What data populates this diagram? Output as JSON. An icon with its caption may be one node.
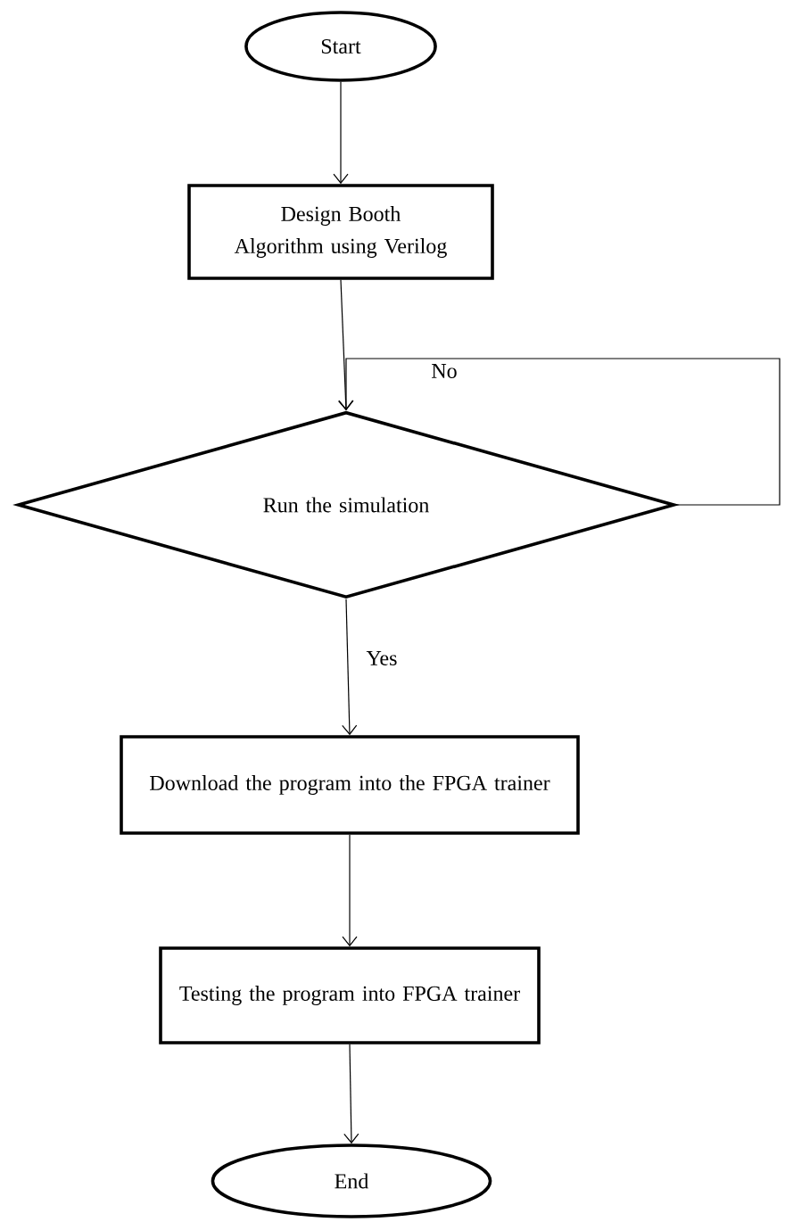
{
  "diagram": {
    "nodes": [
      {
        "text": [
          "Start"
        ]
      },
      {
        "text": [
          "Design Booth Algorithm using Verilog"
        ]
      },
      {
        "text": [
          "Run the simulation"
        ]
      },
      {
        "text": [
          "Download the program into the FPGA trainer"
        ]
      },
      {
        "text": [
          "Testing the program into FPGA trainer"
        ]
      },
      {
        "text": [
          "End"
        ]
      }
    ],
    "edges": [
      {
        "from": 0,
        "to": 1,
        "arrow": "to"
      },
      {
        "from": 1,
        "to": 2,
        "arrow": "to"
      },
      {
        "from": 2,
        "to": 2,
        "arrow": "to",
        "label": "No"
      },
      {
        "from": 2,
        "to": 3,
        "arrow": "to",
        "label": "Yes"
      },
      {
        "from": 3,
        "to": 4,
        "arrow": "to"
      },
      {
        "from": 4,
        "to": 5,
        "arrow": "to"
      }
    ]
  }
}
